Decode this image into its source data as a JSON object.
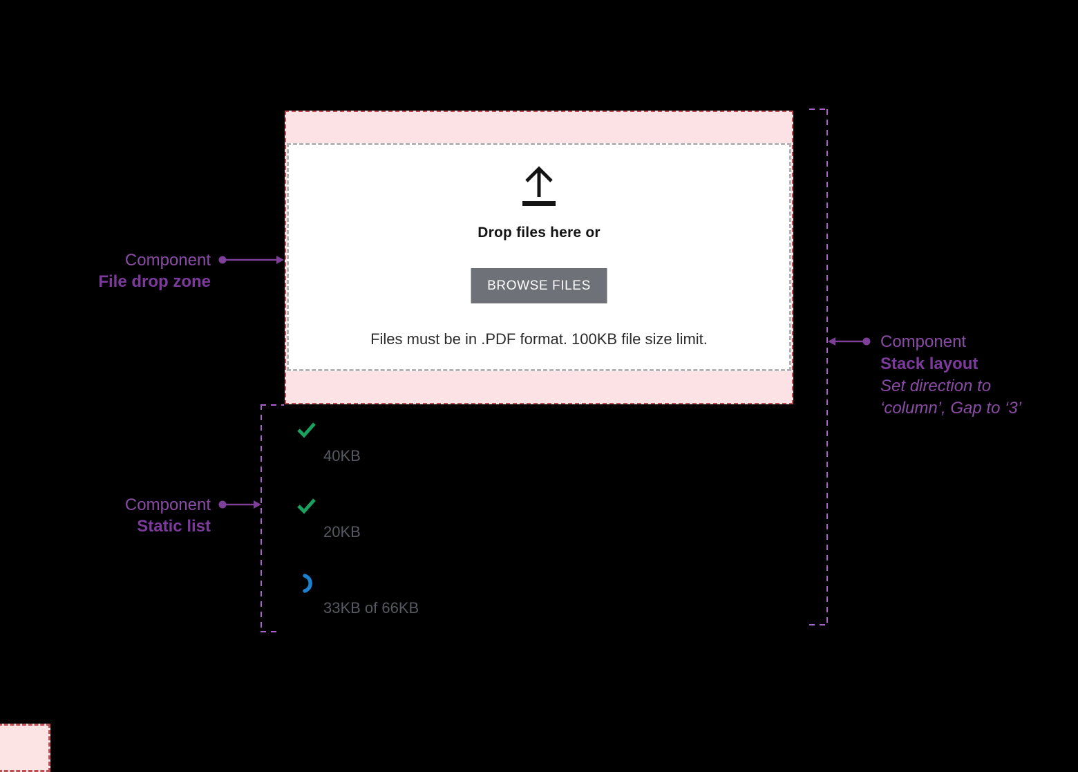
{
  "drop_zone": {
    "title": "Drop files here or",
    "button_label": "BROWSE FILES",
    "helper_text": "Files must be in .PDF format. 100KB file size limit.",
    "icon": "upload-arrow-icon"
  },
  "annotations": {
    "drop_zone": {
      "kind": "Component",
      "name": "File drop zone"
    },
    "static_list": {
      "kind": "Component",
      "name": "Static list"
    },
    "stack_layout": {
      "kind": "Component",
      "name": "Stack layout",
      "note_line1": "Set direction to",
      "note_line2": "‘column’, Gap to ‘3’"
    }
  },
  "file_list": {
    "items": [
      {
        "status": "complete",
        "icon": "check-icon",
        "size_label": "40KB"
      },
      {
        "status": "complete",
        "icon": "check-icon",
        "size_label": "20KB"
      },
      {
        "status": "uploading",
        "icon": "spinner-icon",
        "size_label": "33KB of 66KB"
      }
    ]
  },
  "colors": {
    "background": "#000000",
    "dropzone_pink": "#fce2e4",
    "dropzone_red_border": "#b94b51",
    "inner_gray_border": "#b4b4b4",
    "button_gray": "#6e7278",
    "annotation_purple": "#7c3a9d",
    "annotation_dash_purple": "#a863c8",
    "check_green": "#1aa05f",
    "spinner_blue": "#1d80cf",
    "list_text_gray": "#565a61"
  }
}
